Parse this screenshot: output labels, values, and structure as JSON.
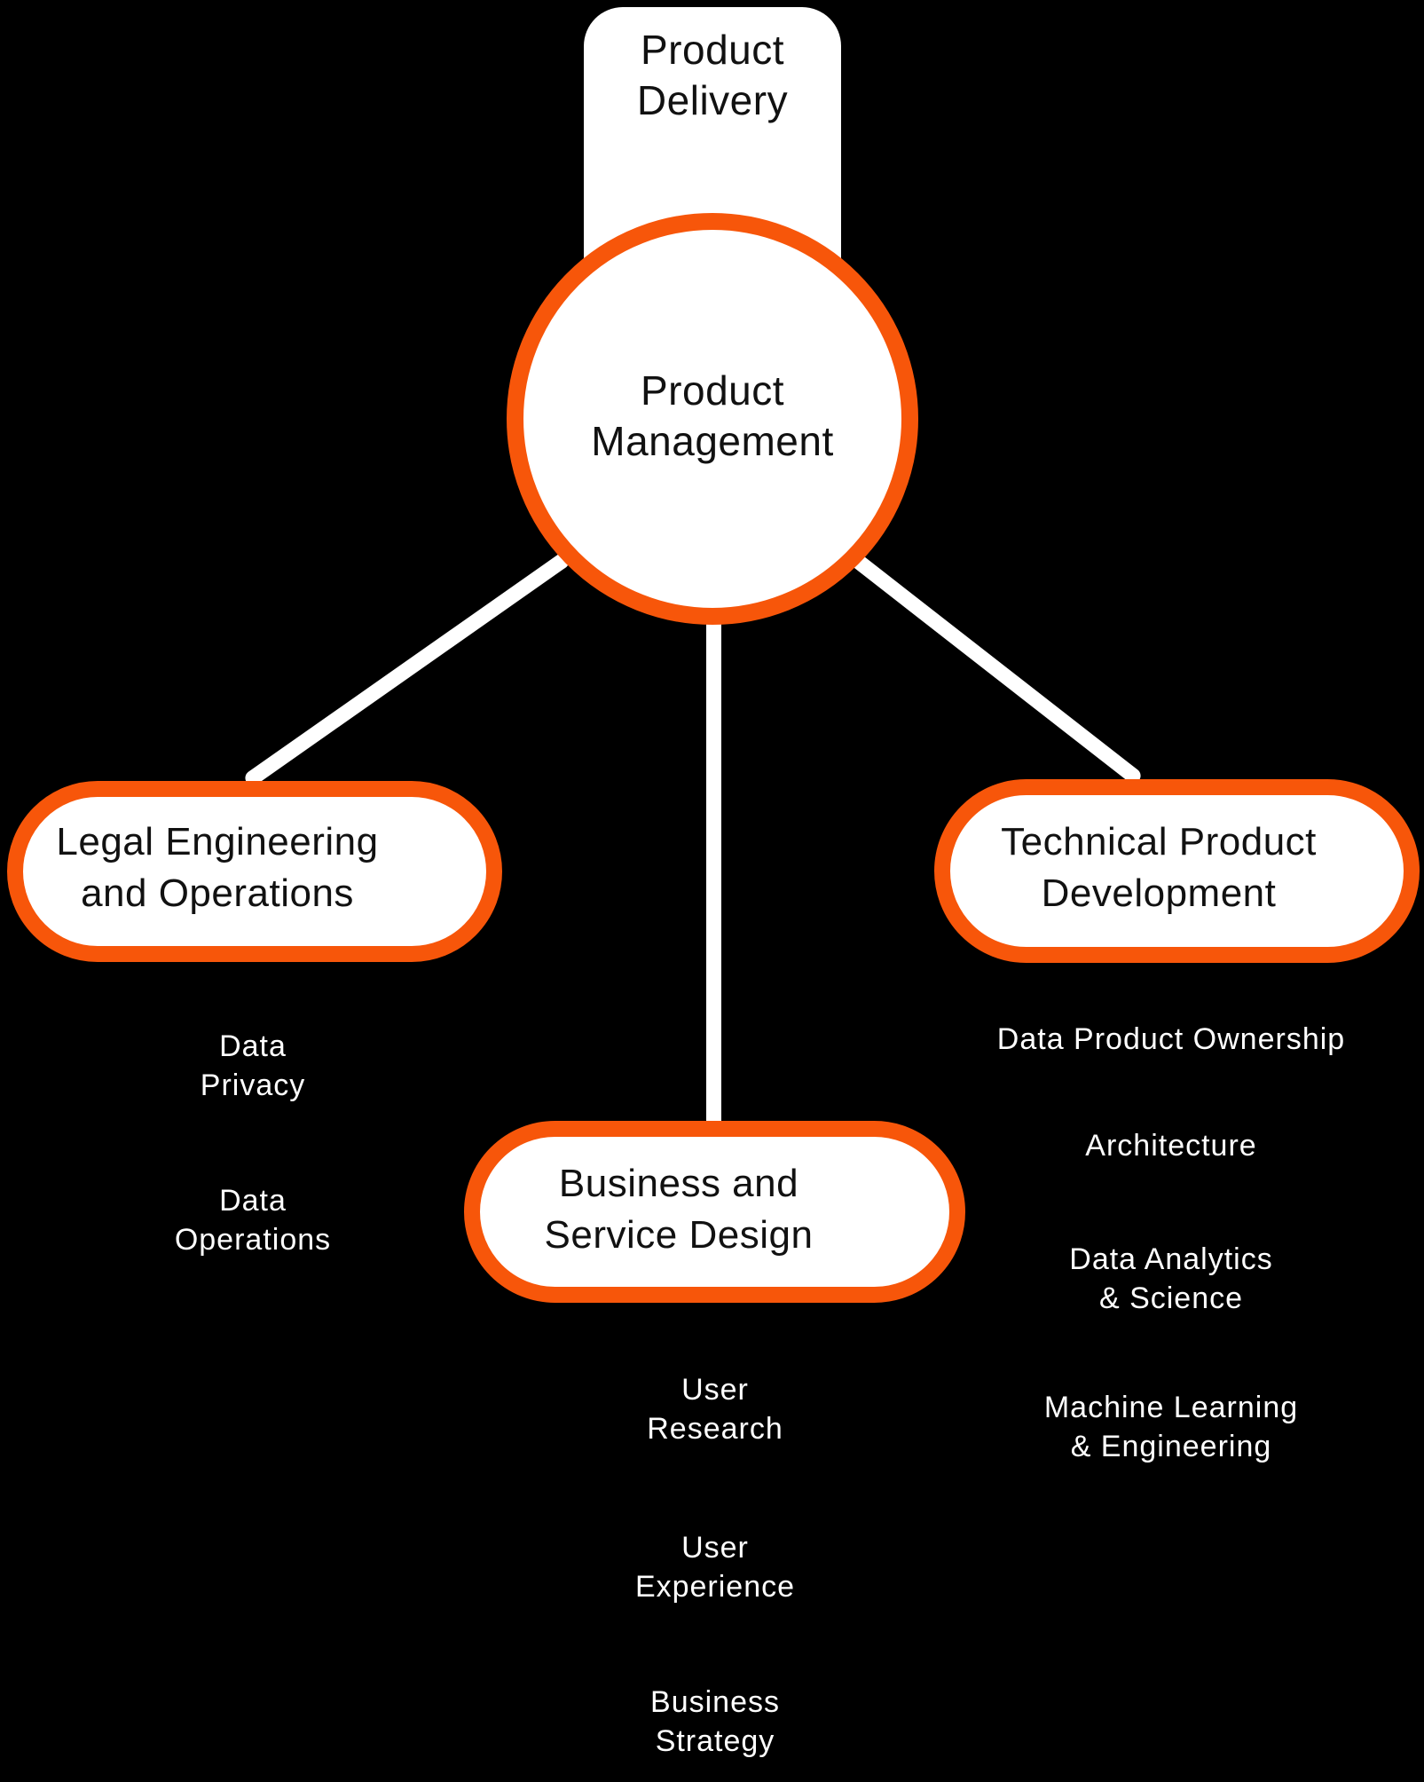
{
  "colors": {
    "background": "#000000",
    "accent_orange": "#F7560A",
    "node_fill": "#FFFFFF",
    "node_text": "#111111",
    "sub_text": "#FFFFFF",
    "connector": "#FFFFFF"
  },
  "root": {
    "lines": [
      "Product",
      "Delivery"
    ]
  },
  "hub": {
    "lines": [
      "Product",
      "Management"
    ]
  },
  "branches": {
    "legal": {
      "lines": [
        "Legal Engineering",
        "and Operations"
      ],
      "subs": [
        {
          "lines": [
            "Data",
            "Privacy"
          ]
        },
        {
          "lines": [
            "Data",
            "Operations"
          ]
        }
      ]
    },
    "business": {
      "lines": [
        "Business and",
        "Service Design"
      ],
      "subs": [
        {
          "lines": [
            "User",
            "Research"
          ]
        },
        {
          "lines": [
            "User",
            "Experience"
          ]
        },
        {
          "lines": [
            "Business",
            "Strategy"
          ]
        }
      ]
    },
    "technical": {
      "lines": [
        "Technical Product",
        "Development"
      ],
      "subs": [
        {
          "lines": [
            "Data Product Ownership"
          ]
        },
        {
          "lines": [
            "Architecture"
          ]
        },
        {
          "lines": [
            "Data Analytics",
            "& Science"
          ]
        },
        {
          "lines": [
            "Machine Learning",
            "& Engineering"
          ]
        }
      ]
    }
  }
}
